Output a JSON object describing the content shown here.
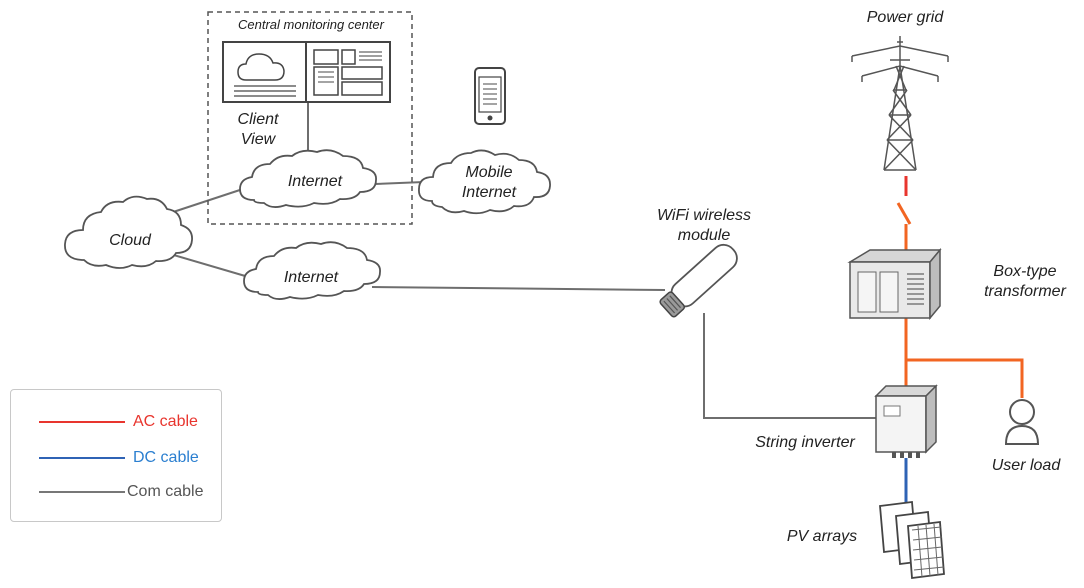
{
  "labels": {
    "central_monitoring_center": "Central monitoring center",
    "client_view": [
      "Client",
      "View"
    ],
    "internet_top": "Internet",
    "mobile_internet": [
      "Mobile",
      "Internet"
    ],
    "cloud": "Cloud",
    "internet_bottom": "Internet",
    "wifi_module": [
      "WiFi wireless",
      "module"
    ],
    "power_grid": "Power grid",
    "box_transformer": [
      "Box-type",
      "transformer"
    ],
    "string_inverter": "String inverter",
    "user_load": "User load",
    "pv_arrays": "PV arrays"
  },
  "legend": {
    "items": [
      {
        "label": "AC cable",
        "color": "#e8352e"
      },
      {
        "label": "DC cable",
        "color": "#2f63b5"
      },
      {
        "label": "Com cable",
        "color": "#777777"
      }
    ]
  },
  "colors": {
    "ac_cable": "#f26522",
    "dc_cable": "#2f63b5",
    "com_cable": "#6e6e6e",
    "icon_stroke": "#555555"
  }
}
